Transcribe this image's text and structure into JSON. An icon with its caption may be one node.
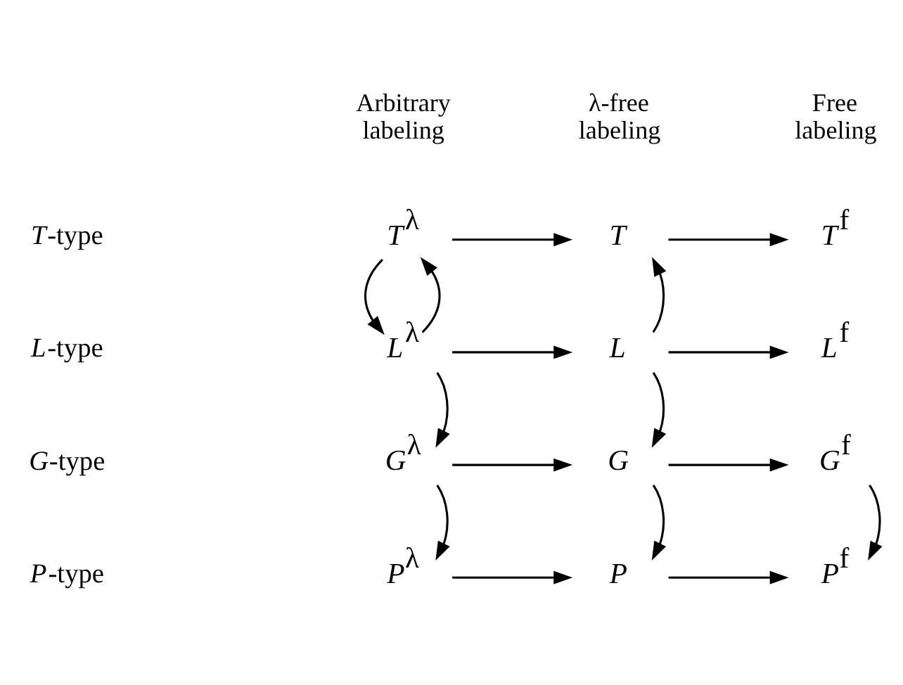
{
  "diagram": {
    "nodes": [
      {
        "text": [
          "*T*$^{λ}$"
        ]
      },
      {
        "text": [
          "*T*"
        ]
      },
      {
        "text": [
          "*T*$^{f}$"
        ]
      },
      {
        "text": [
          "*L*$^{λ}$"
        ]
      },
      {
        "text": [
          "*L*"
        ]
      },
      {
        "text": [
          "*L*$^{f}$"
        ]
      },
      {
        "text": [
          "*G*$^{λ}$"
        ]
      },
      {
        "text": [
          "*G*"
        ]
      },
      {
        "text": [
          "*G*$^{f}$"
        ]
      },
      {
        "text": [
          "*P*$^{λ}$"
        ]
      },
      {
        "text": [
          "*P*"
        ]
      },
      {
        "text": [
          "*P*$^{f}$"
        ]
      }
    ],
    "edges": [
      {
        "from": 0,
        "to": 1,
        "arrow": "to"
      },
      {
        "from": 1,
        "to": 2,
        "arrow": "to"
      },
      {
        "from": 0,
        "to": 3,
        "arrow": "to"
      },
      {
        "from": 3,
        "to": 0,
        "arrow": "to"
      },
      {
        "from": 4,
        "to": 1,
        "arrow": "to"
      },
      {
        "from": 3,
        "to": 4,
        "arrow": "to"
      },
      {
        "from": 4,
        "to": 5,
        "arrow": "to"
      },
      {
        "from": 3,
        "to": 6,
        "arrow": "to"
      },
      {
        "from": 4,
        "to": 7,
        "arrow": "to"
      },
      {
        "from": 6,
        "to": 7,
        "arrow": "to"
      },
      {
        "from": 7,
        "to": 8,
        "arrow": "to"
      },
      {
        "from": 6,
        "to": 9,
        "arrow": "to"
      },
      {
        "from": 7,
        "to": 10,
        "arrow": "to"
      },
      {
        "from": 8,
        "to": 11,
        "arrow": "to"
      },
      {
        "from": 9,
        "to": 10,
        "arrow": "to"
      },
      {
        "from": 10,
        "to": 11,
        "arrow": "to"
      }
    ],
    "labels": [
      "Arbitrary labeling",
      "λ-free labeling",
      "Free labeling",
      "*T*-type",
      "*L*-type",
      "*G*-type",
      "*P*-type"
    ]
  }
}
